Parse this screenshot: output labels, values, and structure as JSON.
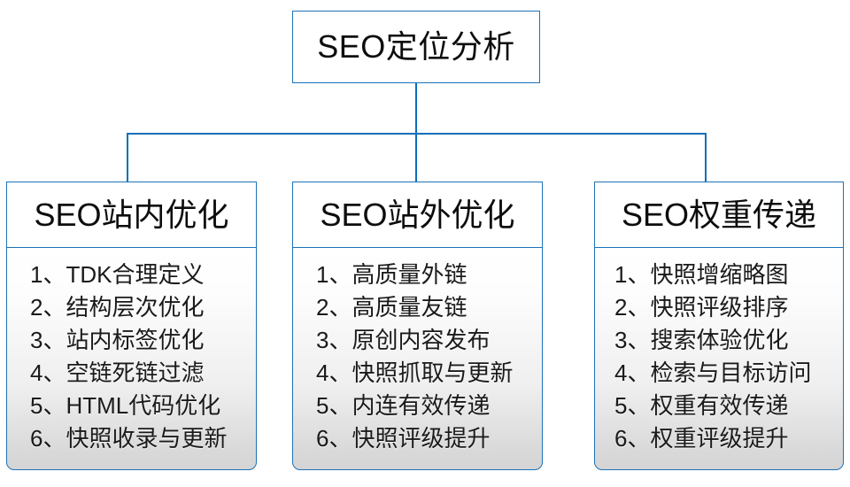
{
  "diagram": {
    "type": "org-chart",
    "colors": {
      "line": "#0a6fba",
      "border": "#1d72b8",
      "text": "#0d0d0d",
      "body_gradient_top": "#ffffff",
      "body_gradient_bottom": "#d4d4d4"
    },
    "root": {
      "label": "SEO定位分析"
    },
    "branches": [
      {
        "header": "SEO站内优化",
        "items": [
          "1、TDK合理定义",
          "2、结构层次优化",
          "3、站内标签优化",
          "4、空链死链过滤",
          "5、HTML代码优化",
          "6、快照收录与更新"
        ]
      },
      {
        "header": "SEO站外优化",
        "items": [
          "1、高质量外链",
          "2、高质量友链",
          "3、原创内容发布",
          "4、快照抓取与更新",
          "5、内连有效传递",
          "6、快照评级提升"
        ]
      },
      {
        "header": "SEO权重传递",
        "items": [
          "1、快照增缩略图",
          "2、快照评级排序",
          "3、搜索体验优化",
          "4、检索与目标访问",
          "5、权重有效传递",
          "6、权重评级提升"
        ]
      }
    ]
  }
}
